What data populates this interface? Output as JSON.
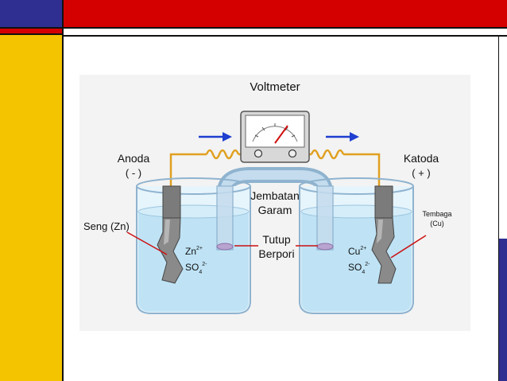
{
  "diagram": {
    "voltmeter": "Voltmeter",
    "anode": "Anoda",
    "anode_sign": "( - )",
    "cathode": "Katoda",
    "cathode_sign": "( + )",
    "salt_bridge_1": "Jembatan",
    "salt_bridge_2": "Garam",
    "porous_cap_1": "Tutup",
    "porous_cap_2": "Berpori",
    "zinc_electrode": "Seng (Zn)",
    "copper_electrode_1": "Tembaga",
    "copper_electrode_2": "(Cu)",
    "zn_ion": "Zn",
    "zn_charge": "2+",
    "cu_ion": "Cu",
    "cu_charge": "2+",
    "sulfate": "SO",
    "sulfate_sub": "4",
    "sulfate_charge": "2-"
  },
  "colors": {
    "solution": "#bfe3f5",
    "glass": "#d9eef8",
    "wire": "#e0a020",
    "arrow": "#1f3fd0",
    "label_line": "#cc1111"
  }
}
